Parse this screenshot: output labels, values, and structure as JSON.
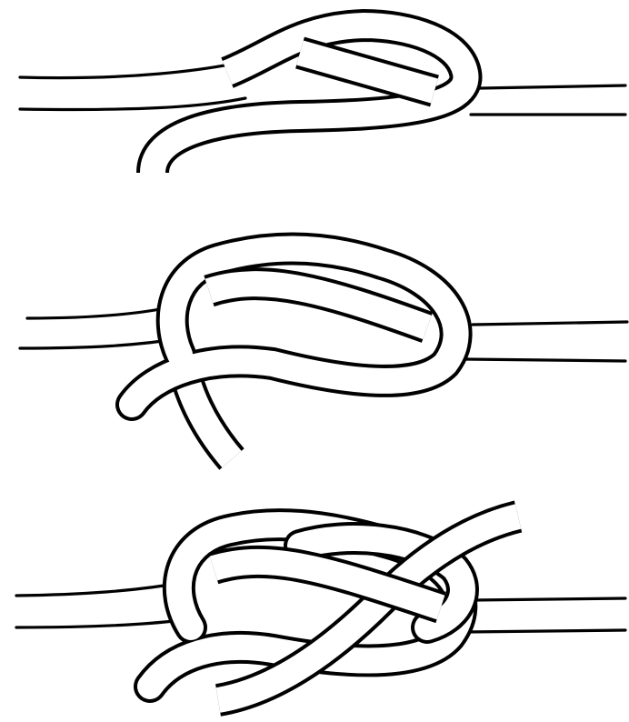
{
  "figure": {
    "steps": [
      {
        "step_name": "step-1-open-loop"
      },
      {
        "step_name": "step-2-figure-eight-forming"
      },
      {
        "step_name": "step-3-finished-knot"
      }
    ],
    "colors": {
      "ink": "#000000",
      "rope": "#ffffff",
      "background": "#ffffff"
    }
  }
}
